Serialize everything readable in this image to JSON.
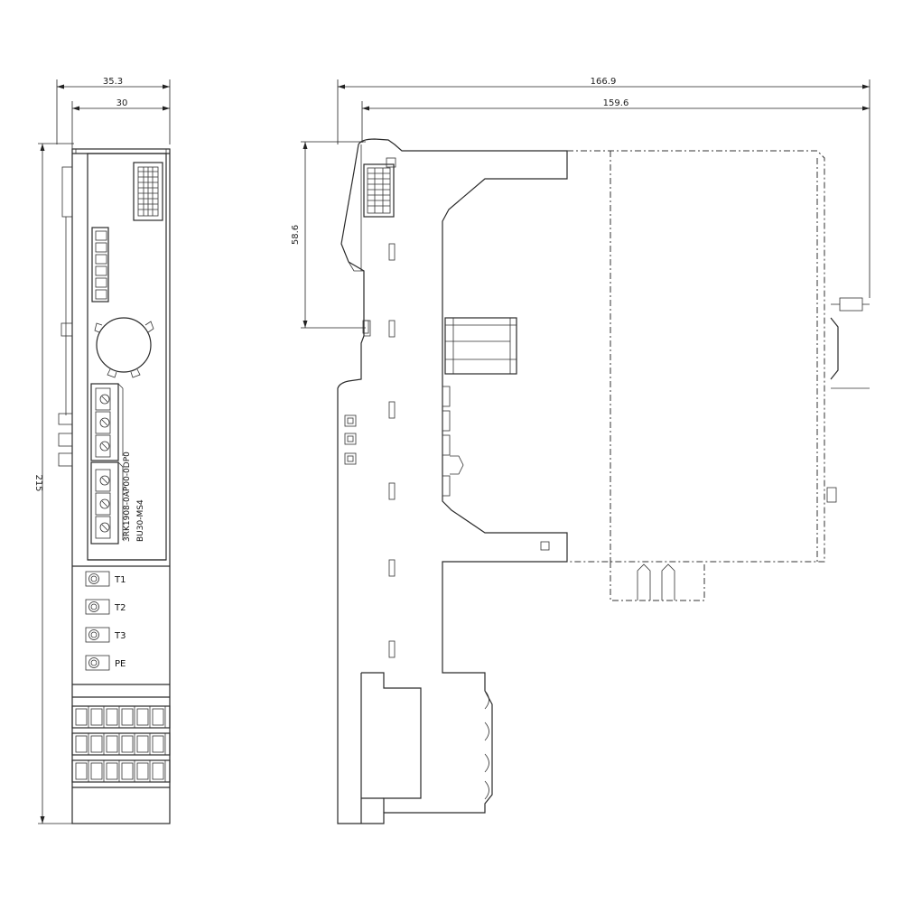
{
  "dimensions": {
    "front_outer_width": "35.3",
    "front_inner_width": "30",
    "height": "215",
    "side_total_depth": "166.9",
    "side_depth": "159.6",
    "side_upper_height": "58.6"
  },
  "part_numbers": {
    "module": "3RK1908-0AP00-0DP0",
    "base_unit": "BU30-MS4"
  },
  "terminals": [
    "T1",
    "T2",
    "T3",
    "PE"
  ]
}
